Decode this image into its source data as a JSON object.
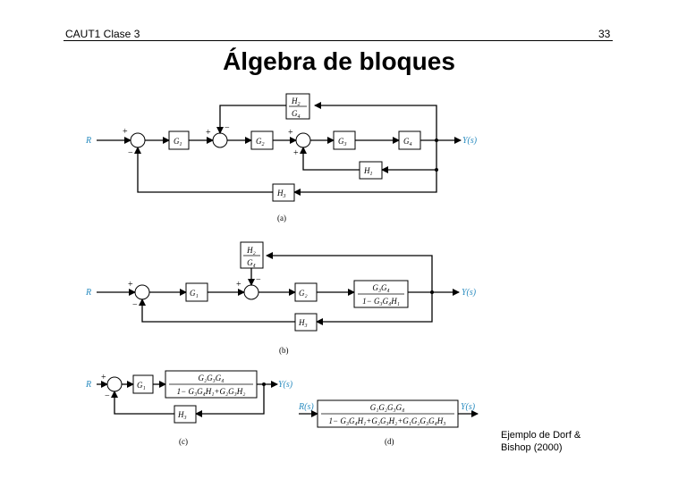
{
  "header": {
    "course": "CAUT1 Clase 3",
    "page_number": "33"
  },
  "title": "Álgebra de bloques",
  "credit": "Ejemplo de Dorf & Bishop (2000)",
  "diagram_a": {
    "caption": "(a)",
    "input": "R",
    "output": "Y(s)",
    "g1": "G",
    "g1_sub": "1",
    "g2": "G",
    "g2_sub": "2",
    "g3": "G",
    "g3_sub": "3",
    "g4": "G",
    "g4_sub": "4",
    "h1": "H",
    "h1_sub": "1",
    "h3": "H",
    "h3_sub": "3",
    "h2g4_num": "H",
    "h2g4_num_sub": "2",
    "h2g4_den": "G",
    "h2g4_den_sub": "4"
  },
  "diagram_b": {
    "caption": "(b)",
    "input": "R",
    "output": "Y(s)",
    "g1": "G₁",
    "g2": "G₂",
    "h3": "H₃",
    "h2g4_num": "H₂",
    "h2g4_den": "G₄",
    "inner_num": "G₃G₄",
    "inner_den": "1− G₃G₄H₁"
  },
  "diagram_c": {
    "caption": "(c)",
    "input": "R",
    "output": "Y(s)",
    "g1": "G₁",
    "h3": "H₃",
    "num": "G₂G₃G₄",
    "den": "1− G₃G₄H₁+G₂G₃H₂"
  },
  "diagram_d": {
    "caption": "(d)",
    "input": "R(s)",
    "output": "Y(s)",
    "num": "G₁G₂G₃G₄",
    "den": "1− G₃G₄H₁+G₂G₃H₂+G₁G₂G₃G₄H₃"
  },
  "signs": {
    "plus": "+",
    "minus": "−"
  }
}
